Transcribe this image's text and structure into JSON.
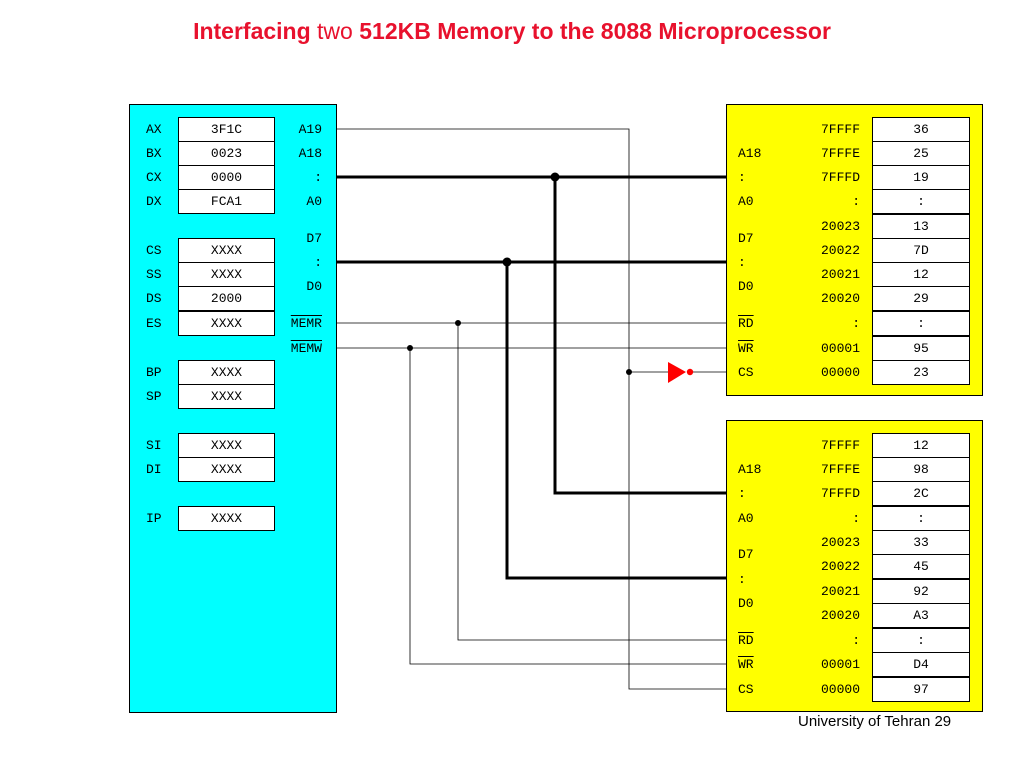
{
  "title": {
    "part1": "Interfacing",
    "part2": "two",
    "part3": "512KB Memory to the 8088 Microprocessor"
  },
  "footer": "University of Tehran 29",
  "cpu": {
    "registers_group1": [
      {
        "name": "AX",
        "value": "3F1C"
      },
      {
        "name": "BX",
        "value": "0023"
      },
      {
        "name": "CX",
        "value": "0000"
      },
      {
        "name": "DX",
        "value": "FCA1"
      }
    ],
    "registers_group2": [
      {
        "name": "CS",
        "value": "XXXX"
      },
      {
        "name": "SS",
        "value": "XXXX"
      },
      {
        "name": "DS",
        "value": "2000"
      },
      {
        "name": "ES",
        "value": "XXXX"
      }
    ],
    "registers_group3": [
      {
        "name": "BP",
        "value": "XXXX"
      },
      {
        "name": "SP",
        "value": "XXXX"
      }
    ],
    "registers_group4": [
      {
        "name": "SI",
        "value": "XXXX"
      },
      {
        "name": "DI",
        "value": "XXXX"
      }
    ],
    "registers_group5": [
      {
        "name": "IP",
        "value": "XXXX"
      }
    ],
    "pins": [
      "A19",
      "A18",
      ":",
      "A0",
      "D7",
      ":",
      "D0",
      "MEMR",
      "MEMW"
    ]
  },
  "memory_chips": [
    {
      "pins": [
        "A18",
        ":",
        "A0",
        "D7",
        ":",
        "D0",
        "RD",
        "WR",
        "CS"
      ],
      "rows": [
        {
          "addr": "7FFFF",
          "data": "36"
        },
        {
          "addr": "7FFFE",
          "data": "25"
        },
        {
          "addr": "7FFFD",
          "data": "19"
        },
        {
          "addr": ":",
          "data": ":"
        },
        {
          "addr": "20023",
          "data": "13"
        },
        {
          "addr": "20022",
          "data": "7D"
        },
        {
          "addr": "20021",
          "data": "12"
        },
        {
          "addr": "20020",
          "data": "29"
        },
        {
          "addr": ":",
          "data": ":"
        },
        {
          "addr": "00001",
          "data": "95"
        },
        {
          "addr": "00000",
          "data": "23"
        }
      ]
    },
    {
      "pins": [
        "A18",
        ":",
        "A0",
        "D7",
        ":",
        "D0",
        "RD",
        "WR",
        "CS"
      ],
      "rows": [
        {
          "addr": "7FFFF",
          "data": "12"
        },
        {
          "addr": "7FFFE",
          "data": "98"
        },
        {
          "addr": "7FFFD",
          "data": "2C"
        },
        {
          "addr": ":",
          "data": ":"
        },
        {
          "addr": "20023",
          "data": "33"
        },
        {
          "addr": "20022",
          "data": "45"
        },
        {
          "addr": "20021",
          "data": "92"
        },
        {
          "addr": "20020",
          "data": "A3"
        },
        {
          "addr": ":",
          "data": ":"
        },
        {
          "addr": "00001",
          "data": "D4"
        },
        {
          "addr": "00000",
          "data": "97"
        }
      ]
    }
  ],
  "colors": {
    "title": "#e8112d",
    "cpu_box": "#00ffff",
    "memory_box": "#ffff00",
    "inverter": "#ff0000"
  }
}
